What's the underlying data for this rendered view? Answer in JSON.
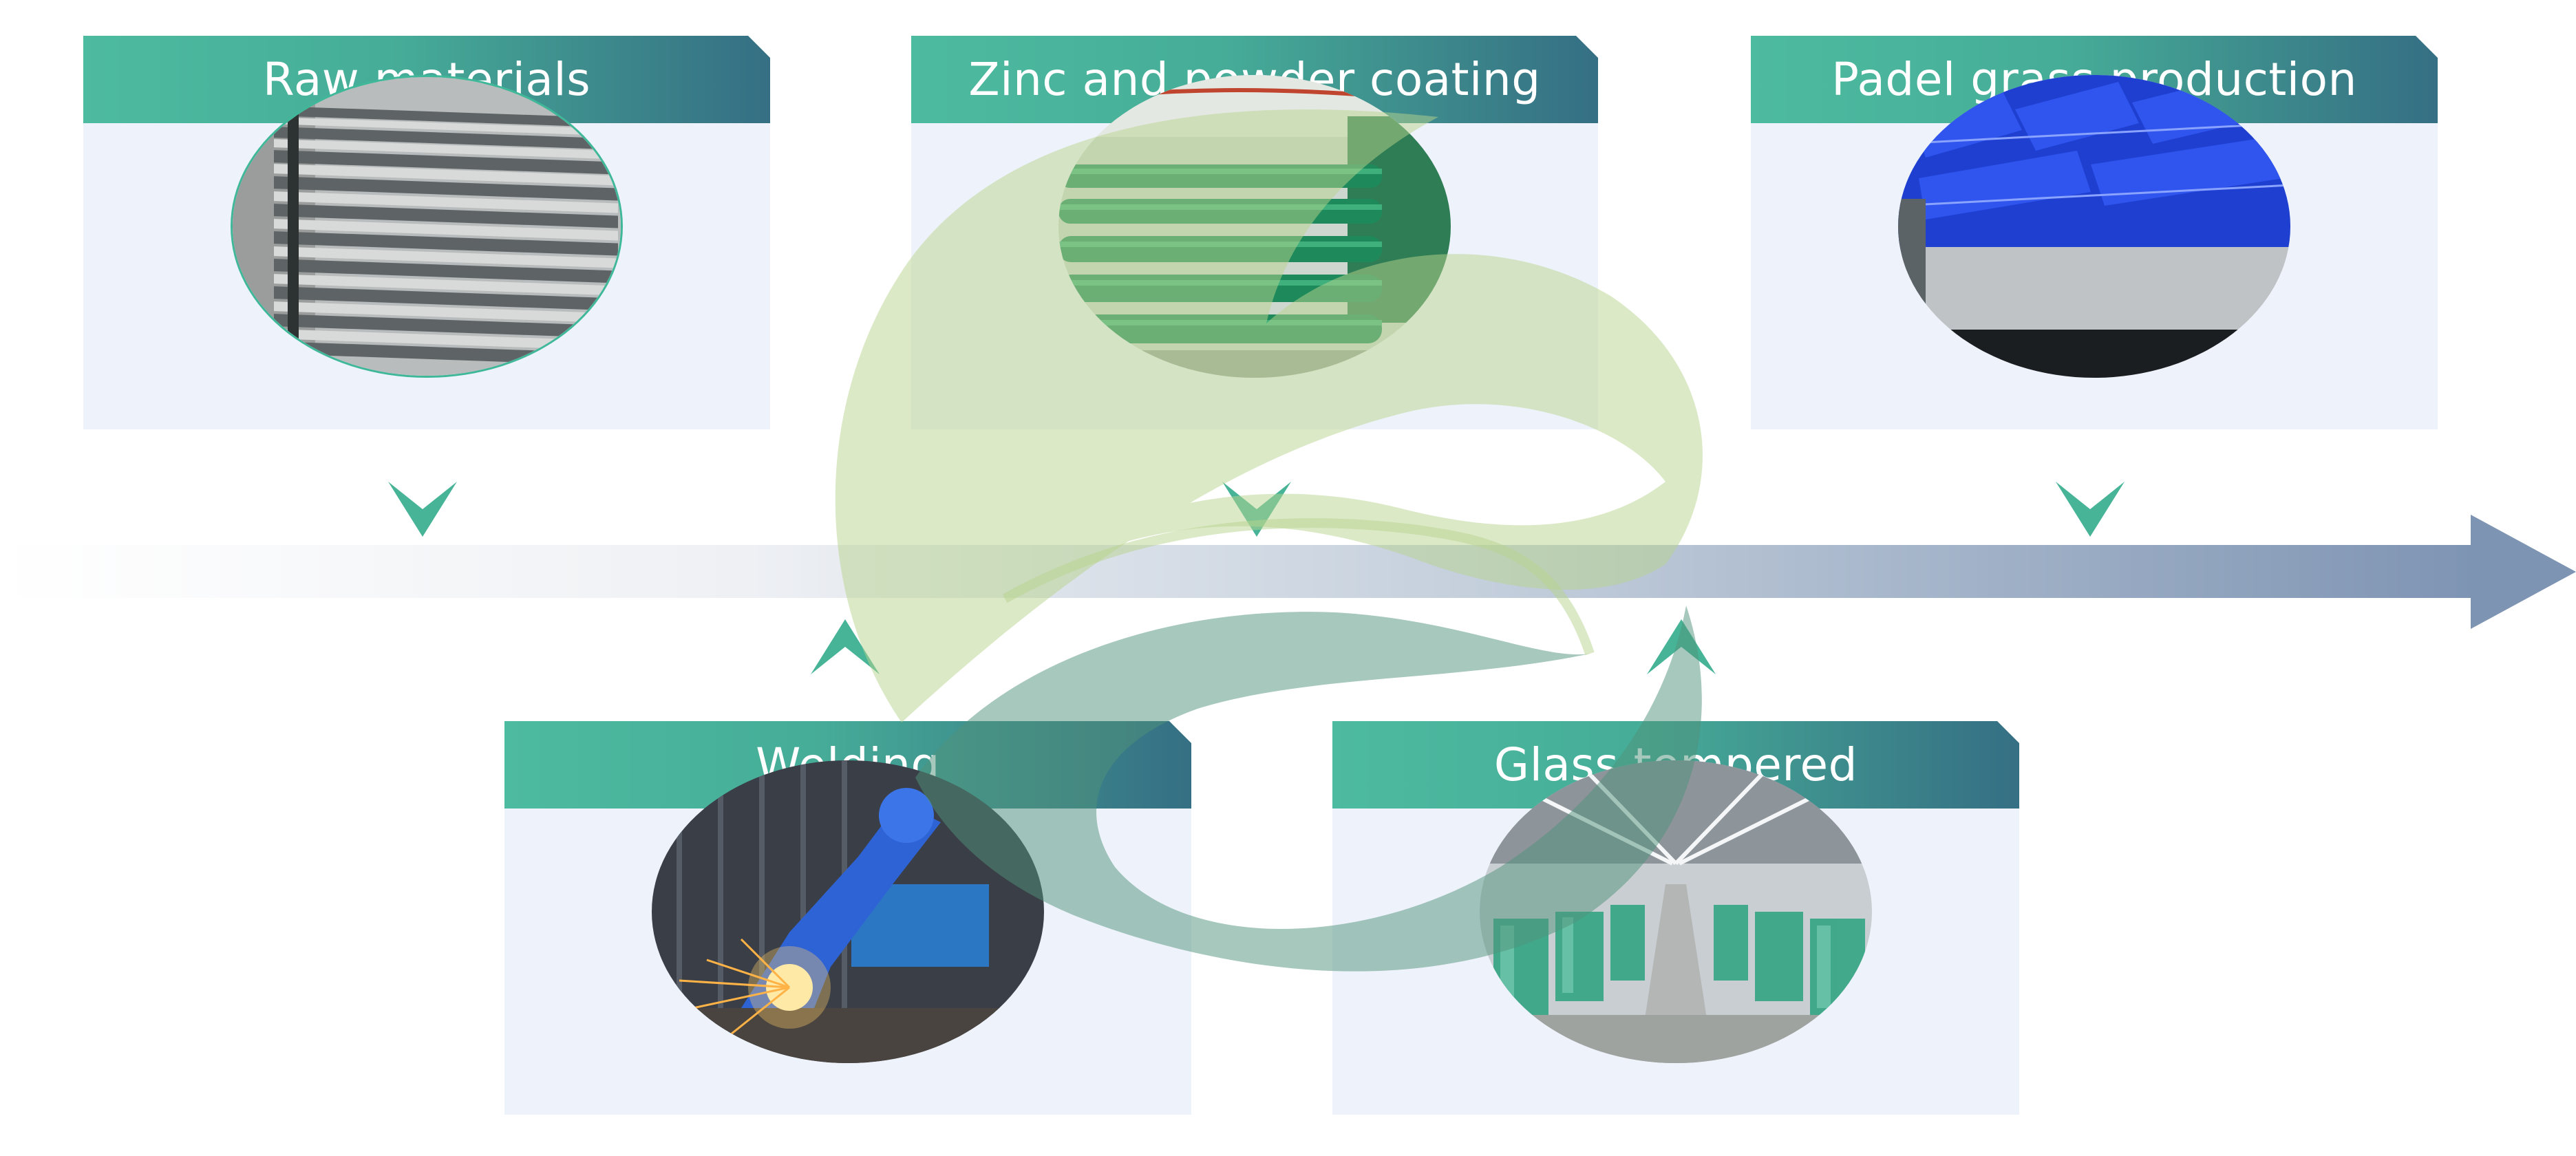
{
  "process": {
    "steps": [
      {
        "title": "Raw materials",
        "photo": "steel-profiles-photo"
      },
      {
        "title": "Zinc and powder coating",
        "photo": "coated-green-tubes-photo"
      },
      {
        "title": "Padel grass production",
        "photo": "blue-artificial-grass-machine-photo"
      },
      {
        "title": "Welding",
        "photo": "robotic-welding-arm-photo"
      },
      {
        "title": "Glass tempered",
        "photo": "glass-factory-hall-photo"
      }
    ]
  },
  "colors": {
    "header_start": "#4dbb9f",
    "header_end": "#356f84",
    "card_body": "#eef3fb",
    "chevron": "#47b497",
    "timeline_arrow": "#7e94b3",
    "leaf_light": "#c3daa0",
    "leaf_dark": "#5f9e86"
  },
  "icons": {
    "down": "chevron-down-icon",
    "up": "chevron-up-icon",
    "decoration": "leaf-icon"
  }
}
